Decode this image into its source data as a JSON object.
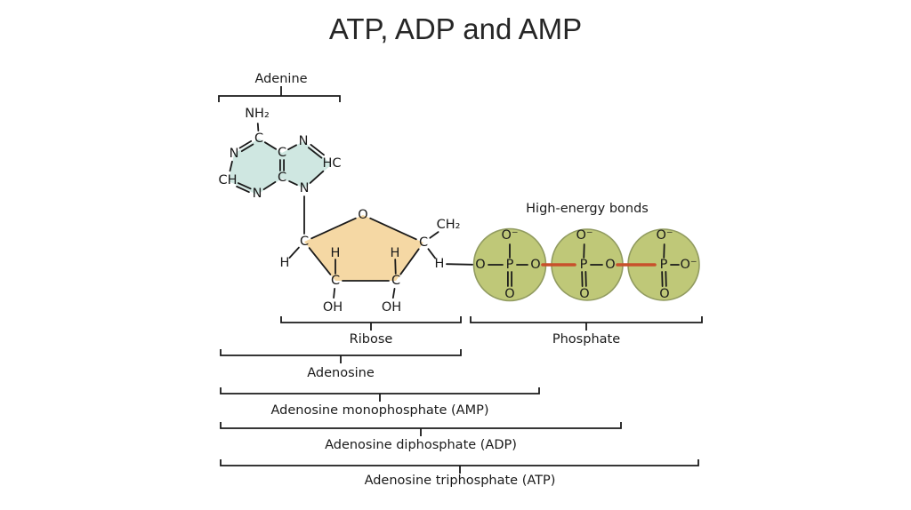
{
  "title": "ATP, ADP and AMP",
  "section_labels": {
    "adenine": "Adenine",
    "high_energy_bonds": "High-energy bonds",
    "ribose": "Ribose",
    "phosphate": "Phosphate",
    "adenosine": "Adenosine",
    "amp": "Adenosine monophosphate (AMP)",
    "adp": "Adenosine diphosphate (ADP)",
    "atp": "Adenosine triphosphate (ATP)"
  },
  "atom_symbols": {
    "C": "C",
    "N": "N",
    "H": "H",
    "O": "O",
    "P": "P",
    "CH": "CH",
    "HC": "HC",
    "OH": "OH",
    "NH2": "NH₂",
    "CH2": "CH₂",
    "O_MINUS": "O⁻"
  },
  "colors": {
    "adenine_fill": "#cfe7e1",
    "ribose_fill": "#f5d8a4",
    "phosphate_fill": "#bfc878",
    "phosphate_border": "#919b60",
    "high_energy_bond": "#c8502b",
    "bond": "#1a1a1a",
    "text": "#1a1a1a"
  }
}
